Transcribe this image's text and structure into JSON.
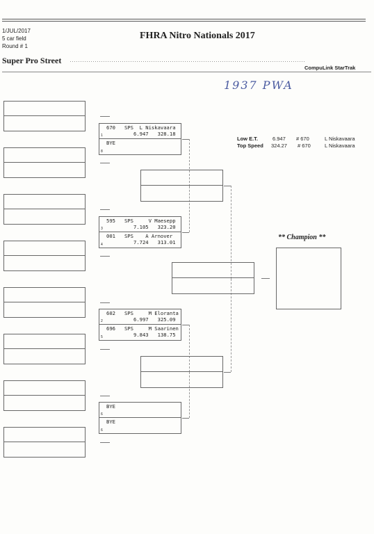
{
  "header": {
    "date": "1/JUL/2017",
    "field": "5 car field",
    "round": "Round # 1",
    "title": "FHRA Nitro Nationals 2017",
    "section": "Super Pro Street",
    "brand": "CompuLink StarTrak",
    "handwritten": "1937 PWA"
  },
  "stats": {
    "low_et_label": "Low  E.T.",
    "low_et_value": "6.947",
    "low_et_car": "# 670",
    "low_et_driver": "L Niskavaara",
    "top_speed_label": "Top Speed",
    "top_speed_value": "324.27",
    "top_speed_car": "# 670",
    "top_speed_driver": "L Niskavaara"
  },
  "matches": [
    {
      "a": {
        "no": "670",
        "cls": "SPS",
        "driver": "L Niskavaara",
        "et": "6.947",
        "mph": "328.18",
        "seed": "1"
      },
      "b": {
        "bye": "BYE",
        "seed": "8"
      }
    },
    {
      "a": {
        "no": "595",
        "cls": "SPS",
        "driver": "V Maesepp",
        "et": "7.105",
        "mph": "323.20",
        "seed": "3"
      },
      "b": {
        "no": "001",
        "cls": "SPS",
        "driver": "A Arnover",
        "et": "7.724",
        "mph": "313.01",
        "seed": "4"
      }
    },
    {
      "a": {
        "no": "602",
        "cls": "SPS",
        "driver": "M Eloranta",
        "et": "6.997",
        "mph": "325.09",
        "seed": "2"
      },
      "b": {
        "no": "696",
        "cls": "SPS",
        "driver": "M Saarinen",
        "et": "9.843",
        "mph": "138.75",
        "seed": "5"
      }
    },
    {
      "a": {
        "bye": "BYE",
        "seed": "6"
      },
      "b": {
        "bye": "BYE",
        "seed": "6"
      }
    }
  ],
  "champion_label": "** Champion **"
}
